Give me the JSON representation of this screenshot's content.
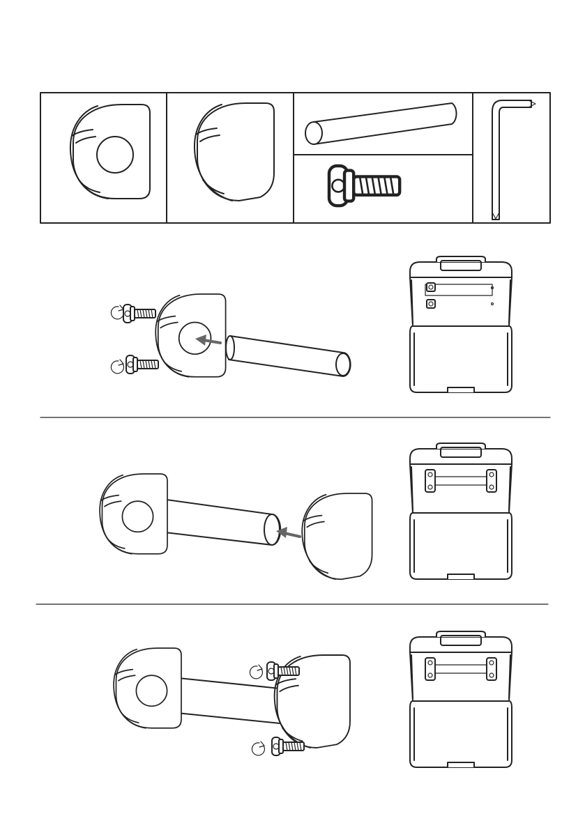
{
  "parts": {
    "items": [
      "end-cap-with-hole",
      "end-cap-closed",
      "tube",
      "screw",
      "torx-key"
    ]
  },
  "steps": [
    {
      "step": 1,
      "action": "screw-first-end-cap-onto-tube"
    },
    {
      "step": 2,
      "action": "slide-second-end-cap-onto-tube"
    },
    {
      "step": 3,
      "action": "screw-second-end-cap-and-mount"
    }
  ],
  "colors": {
    "ink": "#222222",
    "arrow": "#666666",
    "background": "#ffffff"
  }
}
